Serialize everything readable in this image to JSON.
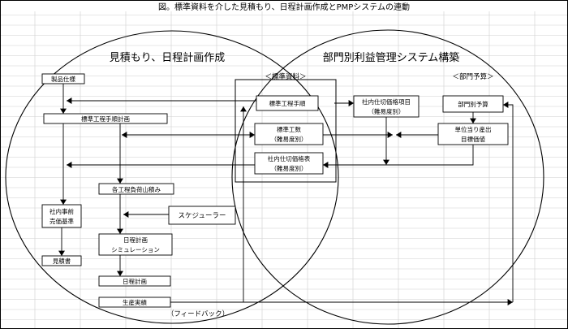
{
  "title": "図。標準資料を介した見積もり、日程計画作成とPMPシステムの連動",
  "left_region": "見積もり、日程計画作成",
  "right_region": "部門別利益管理システム構築",
  "center_section": "＜標準資料＞",
  "right_section": "＜部門予算＞",
  "feedback": "（フィードバック）",
  "boxes": {
    "seihin_shiyou": "製品仕様",
    "hyoujun_kotei_tejun_keikaku": "標準工程手順計画",
    "kakukotei_yamazumi": "各工程負荷山積み",
    "shanai_jizen": [
      "社内事前",
      "売価基準"
    ],
    "scheduler": "スケジューラー",
    "nittei_sim": [
      "日程計画",
      "シミュレーション"
    ],
    "mitsumorisho": "見積書",
    "nittei_keikaku": "日程計画",
    "seisan_jisseki": "生産実績",
    "hyoujun_kotei_tejun": "標準工程手順",
    "hyoujun_kousu": [
      "標準工数",
      "（難易度別）"
    ],
    "shanai_kakakuhyou": [
      "社内仕切価格表",
      "（難易度別）"
    ],
    "shanai_kakaku_koumoku": [
      "社内仕切価格項目",
      "（難易度別）"
    ],
    "bumon_yosan": "部門別予算",
    "tani_mokuhyou": [
      "単位当り産出",
      "目標価値"
    ]
  }
}
